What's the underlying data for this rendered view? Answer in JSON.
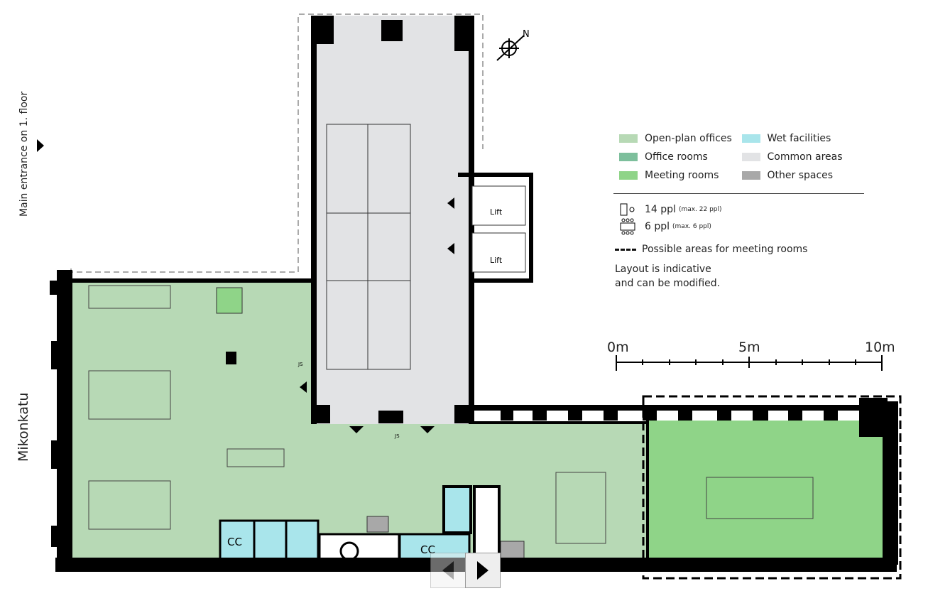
{
  "legend": {
    "areas": [
      {
        "label": "Open-plan offices",
        "color": "#b7d9b5"
      },
      {
        "label": "Wet facilities",
        "color": "#a9e5eb"
      },
      {
        "label": "Office rooms",
        "color": "#7dbf9c"
      },
      {
        "label": "Common areas",
        "color": "#e2e3e5"
      },
      {
        "label": "Meeting rooms",
        "color": "#8fd488"
      },
      {
        "label": "Other spaces",
        "color": "#a8a8a8"
      }
    ],
    "capacity": [
      {
        "label": "14 ppl",
        "detail": "(max. 22 ppl)"
      },
      {
        "label": "6 ppl",
        "detail": "(max. 6 ppl)"
      }
    ],
    "dashed_label": "Possible areas for meeting rooms",
    "note_line1": "Layout is indicative",
    "note_line2": "and can be modified."
  },
  "labels": {
    "entrance": "Main entrance on 1. floor",
    "street": "Mikonkatu",
    "compass": "N",
    "lift1": "Lift",
    "lift2": "Lift",
    "cc1": "CC",
    "cc2": "CC",
    "js1": "JS",
    "js2": "JS"
  },
  "scale": {
    "zero": "0m",
    "mid": "5m",
    "end": "10m"
  },
  "nav": {
    "prev_icon": "triangle-left-icon",
    "next_icon": "triangle-right-icon"
  }
}
